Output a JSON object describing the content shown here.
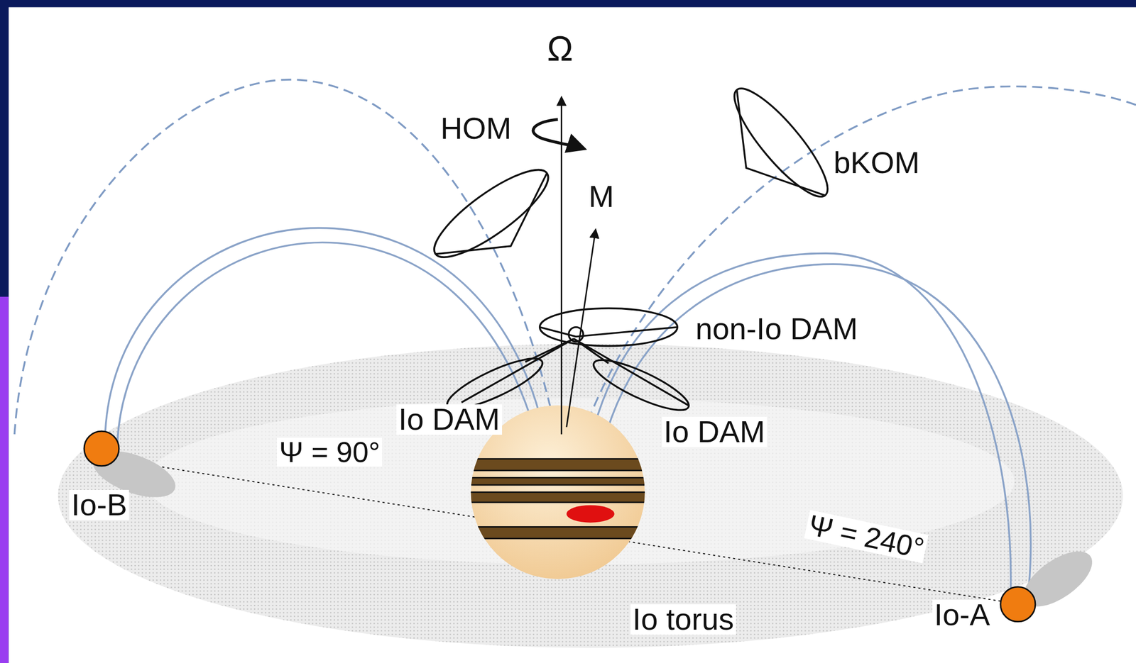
{
  "diagram": {
    "nodes": [
      {
        "text": [
          "Io-B"
        ]
      },
      {
        "text": [
          "Io-A"
        ]
      }
    ],
    "labels": [
      "Ω",
      "HOM",
      "M",
      "bKOM",
      "non-Io DAM",
      "Io DAM",
      "Io DAM",
      "Ψ = 90°",
      "Ψ = 240°",
      "Io torus"
    ]
  }
}
